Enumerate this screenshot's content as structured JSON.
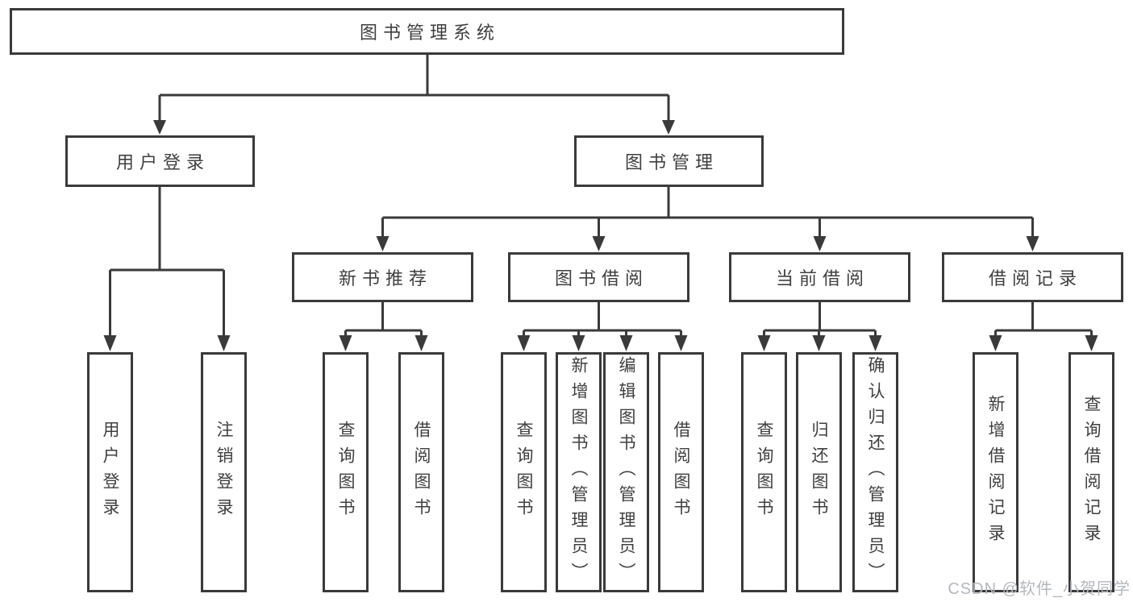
{
  "diagram": {
    "title": "图书管理系统",
    "root": {
      "label": "图书管理系统"
    },
    "level2": [
      {
        "label": "用户登录",
        "children": [
          "用户登录",
          "注销登录"
        ]
      },
      {
        "label": "图书管理"
      }
    ],
    "level3": [
      {
        "label": "新书推荐",
        "children": [
          "查询图书",
          "借阅图书"
        ]
      },
      {
        "label": "图书借阅",
        "children": [
          "查询图书",
          "新增图书（管理员）",
          "编辑图书（管理员）",
          "借阅图书"
        ]
      },
      {
        "label": "当前借阅",
        "children": [
          "查询图书",
          "归还图书",
          "确认归还（管理员）"
        ]
      },
      {
        "label": "借阅记录",
        "children": [
          "新增借阅记录",
          "查询借阅记录"
        ]
      }
    ]
  },
  "watermark": {
    "text": "CSDN @软件_小贺同学"
  },
  "colors": {
    "line": "#3a3a3a",
    "box_border": "#3a3a3a",
    "text": "#3f3f3f",
    "background": "#ffffff",
    "watermark": "#b4b8be"
  }
}
